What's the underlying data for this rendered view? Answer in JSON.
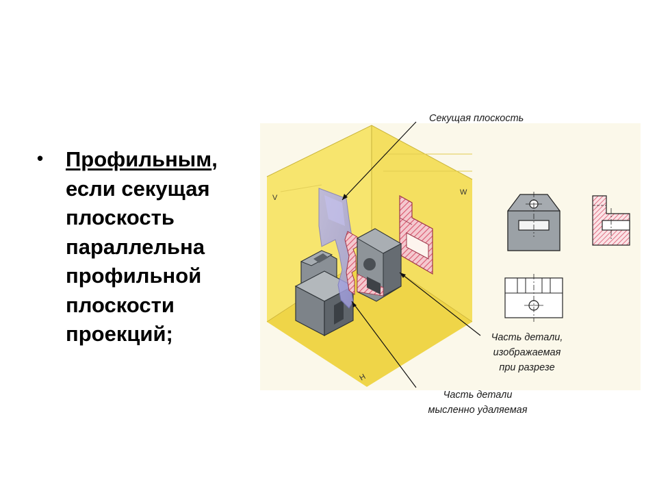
{
  "bullet": {
    "term": "Профильным",
    "term_suffix": ",",
    "lines": [
      "если секущая",
      "плоскость",
      "параллельна",
      "профильной",
      "плоскости",
      "проекций;"
    ]
  },
  "illustration": {
    "plane_letters": {
      "frontal": "V",
      "profile": "W",
      "horizontal": "H"
    },
    "callouts": {
      "cutting_plane": "Секущая плоскость",
      "shown_part": [
        "Часть детали,",
        "изображаемая",
        "при разрезе"
      ],
      "removed_part": [
        "Часть детали",
        "мысленно удаляемая"
      ]
    },
    "colors": {
      "wall_yellow": "#f6e46a",
      "floor_yellow": "#f1d84c",
      "cut_plane": "#a9a8e2",
      "hatch_red": "#d9546c",
      "part_gray": "#7b8186"
    }
  }
}
